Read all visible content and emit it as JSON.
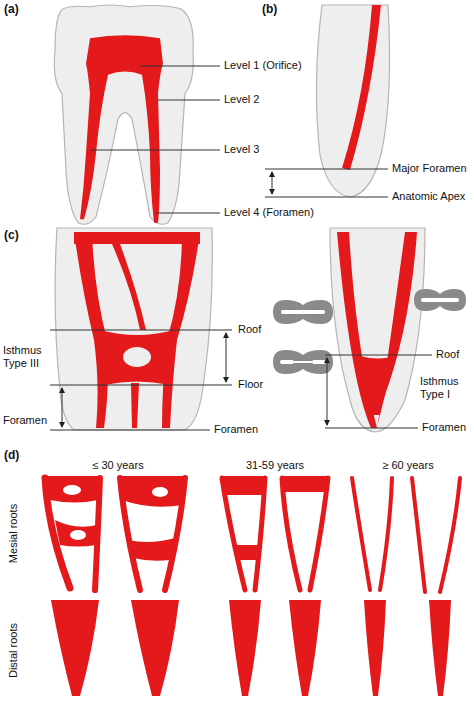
{
  "diagram": {
    "labels": [
      "(a)",
      "Level 1 (Orifice)",
      "Level 2",
      "Level 3",
      "Level 4 (Foramen)",
      "(b)",
      "Major Foramen",
      "Anatomic Apex",
      "(c)",
      "Isthmus Type III",
      "Roof",
      "Floor",
      "Foramen",
      "Foramen",
      "Roof",
      "Isthmus Type I",
      "Foramen",
      "(d)",
      "≤ 30 years",
      "31-59 years",
      "≥ 60 years",
      "Mesial roots",
      "Distal roots"
    ]
  }
}
